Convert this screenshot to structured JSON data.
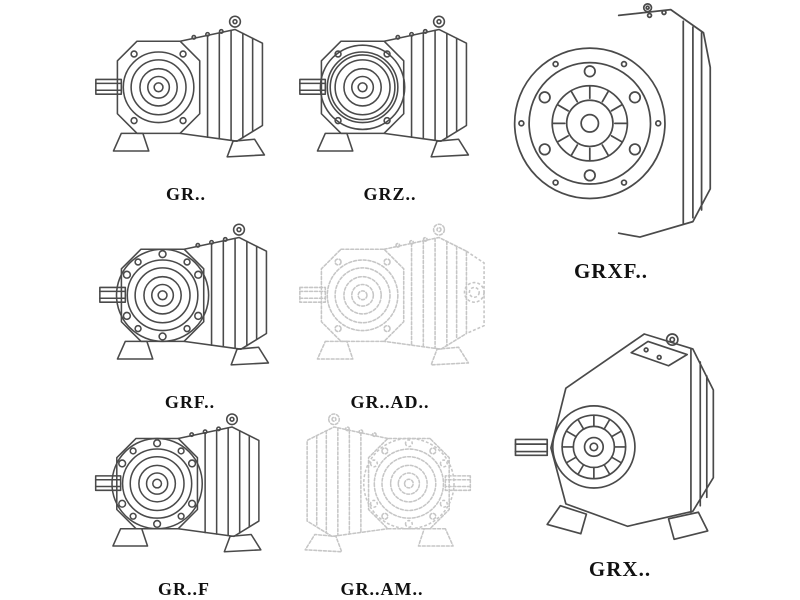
{
  "page": {
    "background": "#ffffff"
  },
  "colors": {
    "background": "#ffffff",
    "line": "#4a4a4a",
    "ghost": "#c6c6c6",
    "label": "#111111"
  },
  "figures": [
    {
      "id": "gr",
      "label": "GR..",
      "appearance": "solid-lines",
      "drawing": "helical-gearmotor-foot-mounted-isometric"
    },
    {
      "id": "grz",
      "label": "GRZ..",
      "appearance": "solid-lines",
      "drawing": "helical-gearmotor-double-stage-isometric"
    },
    {
      "id": "grxf",
      "label": "GRXF..",
      "appearance": "solid-lines",
      "drawing": "gearbox-large-front-flange-view"
    },
    {
      "id": "grf",
      "label": "GRF..",
      "appearance": "solid-lines",
      "drawing": "helical-gearmotor-flange-mounted-isometric"
    },
    {
      "id": "grad",
      "label": "GR..AD..",
      "appearance": "dashed-ghost",
      "drawing": "helical-gearmotor-with-input-adapter-isometric"
    },
    {
      "id": "grff",
      "label": "GR..F",
      "appearance": "solid-lines",
      "drawing": "helical-gearmotor-flange-mounted-isometric"
    },
    {
      "id": "gram",
      "label": "GR..AM..",
      "appearance": "dashed-ghost",
      "drawing": "helical-gearmotor-with-motor-adapter-flange-isometric"
    },
    {
      "id": "grx",
      "label": "GRX..",
      "appearance": "solid-lines",
      "drawing": "large-helical-gearbox-foot-mounted-isometric"
    }
  ]
}
